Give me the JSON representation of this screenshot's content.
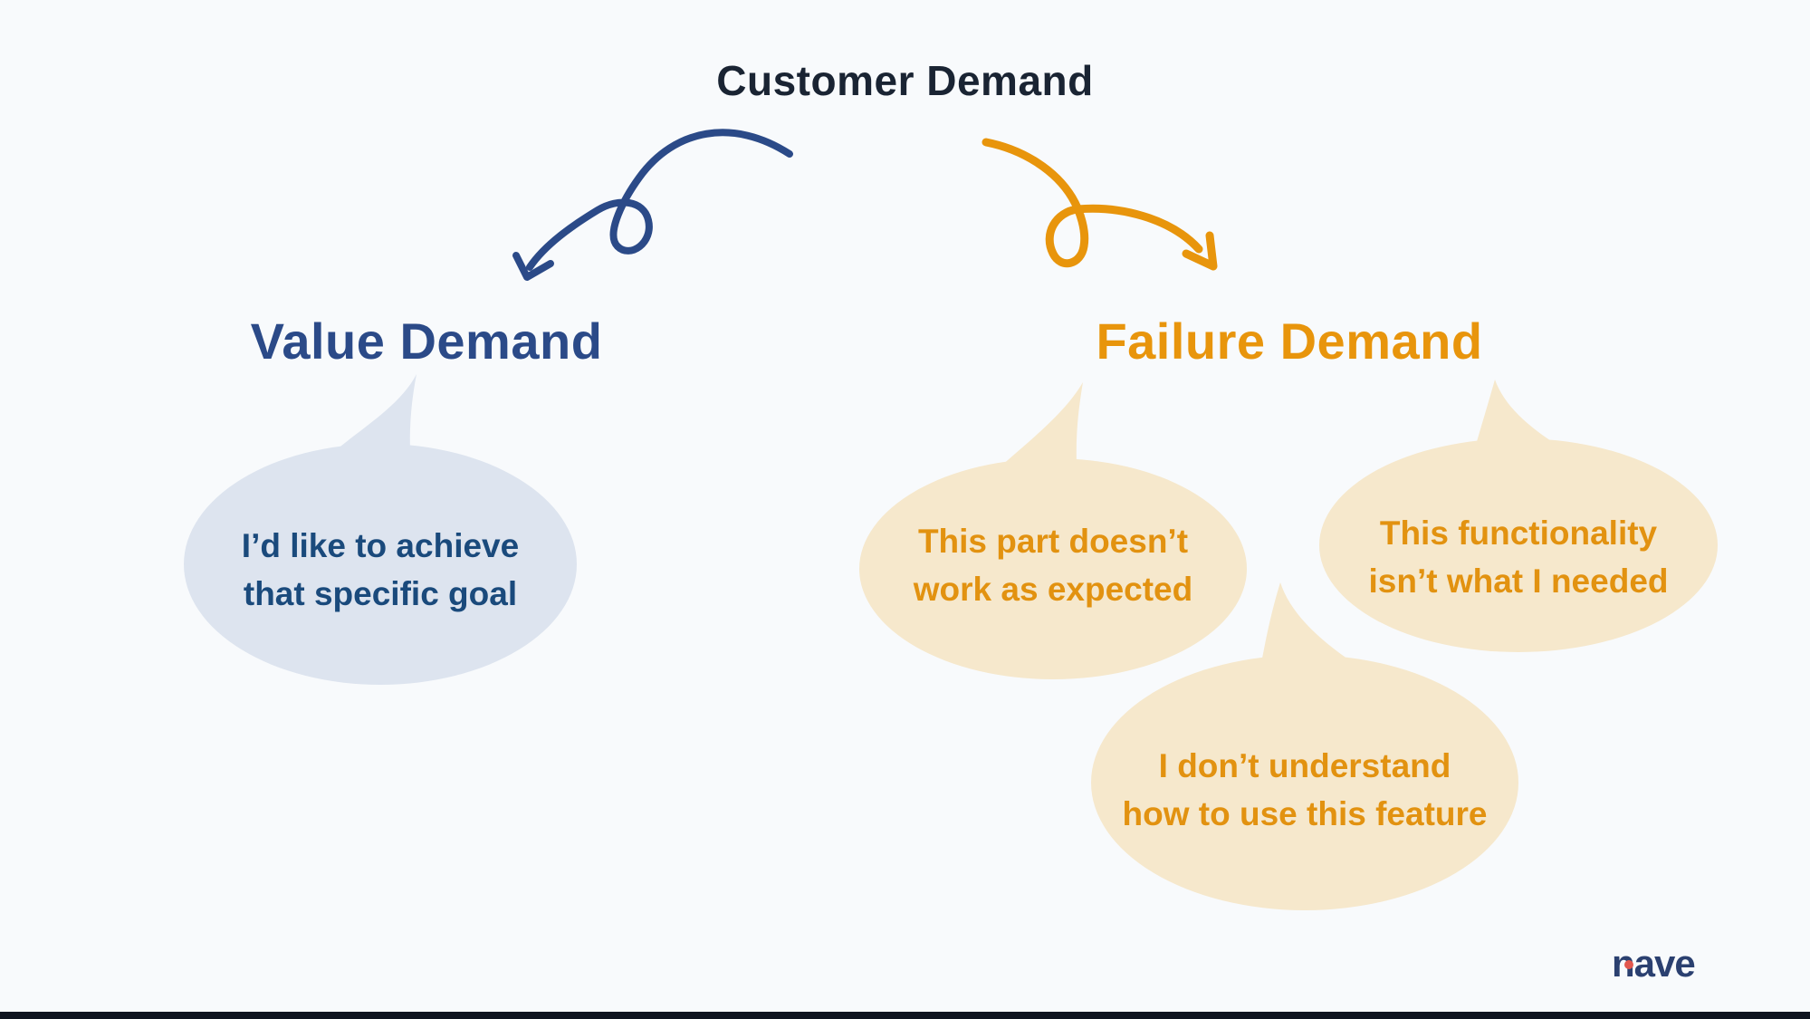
{
  "title": "Customer Demand",
  "branches": {
    "value": {
      "label": "Value Demand"
    },
    "failure": {
      "label": "Failure Demand"
    }
  },
  "bubbles": {
    "value1": {
      "line1": "I’d like to achieve",
      "line2": "that specific goal"
    },
    "failure1": {
      "line1": "This part doesn’t",
      "line2": "work as expected"
    },
    "failure2": {
      "line1": "This functionality",
      "line2": "isn’t what I needed"
    },
    "failure3": {
      "line1": "I don’t understand",
      "line2": "how to use this feature"
    }
  },
  "logo": {
    "text": "nave"
  },
  "colors": {
    "background": "#F8FAFC",
    "title_text": "#1A2433",
    "value_accent": "#2B4A88",
    "failure_accent": "#E8950C",
    "value_bubble_fill": "#DDE4EF",
    "value_bubble_text": "#1A4A7C",
    "failure_bubble_fill": "#F6E8CC",
    "failure_bubble_text": "#E29210",
    "logo_navy": "#2B4070",
    "logo_dot": "#E2574E",
    "footer_bar": "#10141F"
  }
}
